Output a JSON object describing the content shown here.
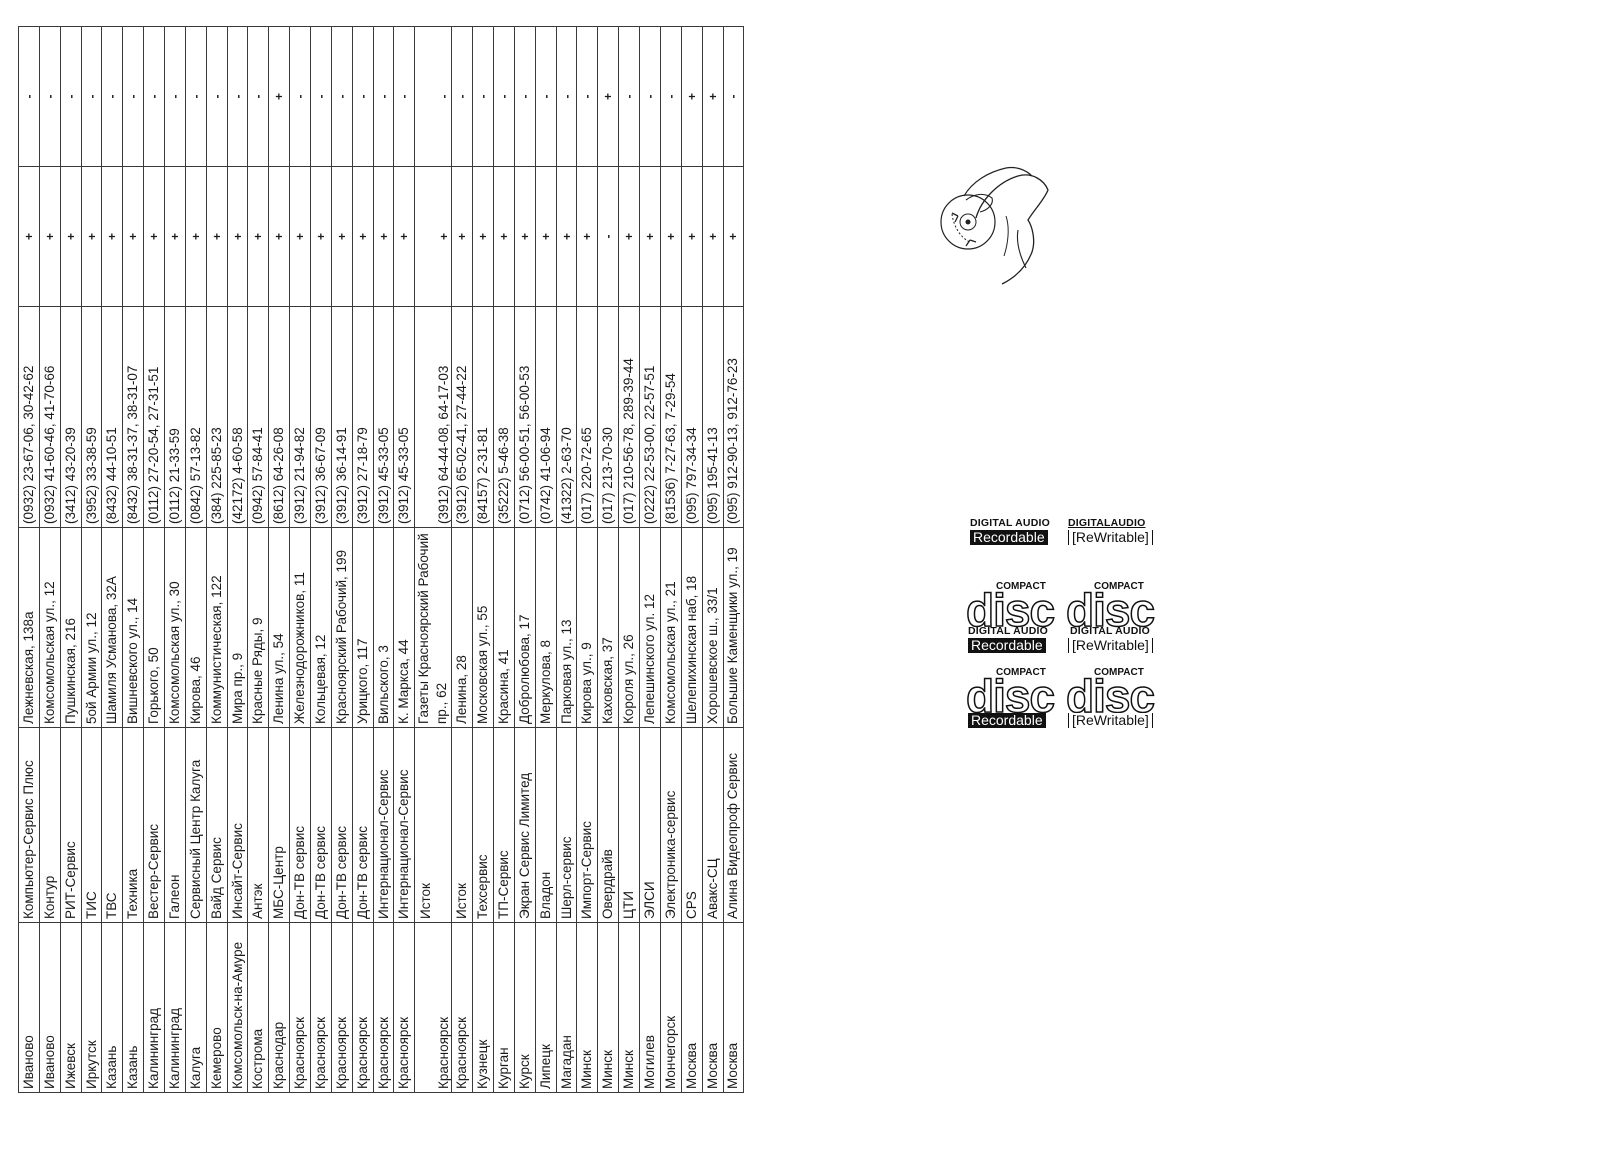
{
  "service_table": {
    "rows": [
      {
        "city": "Иваново",
        "company": "Компьютер-Сервис Плюс",
        "address": "Лежневская, 138а",
        "phone": "(0932) 23-67-06, 30-42-62",
        "col5": "+",
        "col6": "-"
      },
      {
        "city": "Иваново",
        "company": "Контур",
        "address": "Комсомольская ул., 12",
        "phone": "(0932) 41-60-46, 41-70-66",
        "col5": "+",
        "col6": "-"
      },
      {
        "city": "Ижевск",
        "company": "РИТ-Сервис",
        "address": "Пушкинская, 216",
        "phone": "(3412) 43-20-39",
        "col5": "+",
        "col6": "-"
      },
      {
        "city": "Иркутск",
        "company": "ТИС",
        "address": "5ой Армии ул., 12",
        "phone": "(3952) 33-38-59",
        "col5": "+",
        "col6": "-"
      },
      {
        "city": "Казань",
        "company": "ТВС",
        "address": "Шамиля Усманова, 32А",
        "phone": "(8432) 44-10-51",
        "col5": "+",
        "col6": "-"
      },
      {
        "city": "Казань",
        "company": "Техника",
        "address": "Вишневского ул., 14",
        "phone": "(8432) 38-31-37, 38-31-07",
        "col5": "+",
        "col6": "-"
      },
      {
        "city": "Калининград",
        "company": "Вестер-Сервис",
        "address": "Горького, 50",
        "phone": "(0112) 27-20-54, 27-31-51",
        "col5": "+",
        "col6": "-"
      },
      {
        "city": "Калининград",
        "company": "Галеон",
        "address": "Комсомольская ул., 30",
        "phone": "(0112) 21-33-59",
        "col5": "+",
        "col6": "-"
      },
      {
        "city": "Калуга",
        "company": "Сервисный Центр Калуга",
        "address": "Кирова, 46",
        "phone": "(0842) 57-13-82",
        "col5": "+",
        "col6": "-"
      },
      {
        "city": "Кемерово",
        "company": "Вайд Сервис",
        "address": "Коммунистическая, 122",
        "phone": "(384) 225-85-23",
        "col5": "+",
        "col6": "-"
      },
      {
        "city": "Комсомольск-на-Амуре",
        "company": "Инсайт-Сервис",
        "address": "Мира пр., 9",
        "phone": "(42172) 4-60-58",
        "col5": "+",
        "col6": "-"
      },
      {
        "city": "Кострома",
        "company": "Антэк",
        "address": "Красные Ряды, 9",
        "phone": "(0942) 57-84-41",
        "col5": "+",
        "col6": "-"
      },
      {
        "city": "Краснодар",
        "company": "МБС-Центр",
        "address": "Ленина ул., 54",
        "phone": "(8612) 64-26-08",
        "col5": "+",
        "col6": "+"
      },
      {
        "city": "Красноярск",
        "company": "Дон-ТВ сервис",
        "address": "Железнодорожников, 11",
        "phone": "(3912) 21-94-82",
        "col5": "+",
        "col6": "-"
      },
      {
        "city": "Красноярск",
        "company": "Дон-ТВ сервис",
        "address": "Кольцевая, 12",
        "phone": "(3912) 36-67-09",
        "col5": "+",
        "col6": "-"
      },
      {
        "city": "Красноярск",
        "company": "Дон-ТВ сервис",
        "address": "Красноярский Рабочий, 199",
        "phone": "(3912) 36-14-91",
        "col5": "+",
        "col6": "-"
      },
      {
        "city": "Красноярск",
        "company": "Дон-ТВ сервис",
        "address": "Урицкого, 117",
        "phone": "(3912) 27-18-79",
        "col5": "+",
        "col6": "-"
      },
      {
        "city": "Красноярск",
        "company": "Интернационал-Сервис",
        "address": "Вильского, 3",
        "phone": "(3912) 45-33-05",
        "col5": "+",
        "col6": "-"
      },
      {
        "city": "Красноярск",
        "company": "Интернационал-Сервис",
        "address": "К. Маркса, 44",
        "phone": "(3912) 45-33-05",
        "col5": "+",
        "col6": "-"
      },
      {
        "city": "Красноярск",
        "company": "Исток",
        "address": "Газеты Красноярский Рабочий пр., 62",
        "phone": "(3912) 64-44-08, 64-17-03",
        "col5": "+",
        "col6": "-",
        "tall": true
      },
      {
        "city": "Красноярск",
        "company": "Исток",
        "address": "Ленина, 28",
        "phone": "(3912) 65-02-41, 27-44-22",
        "col5": "+",
        "col6": "-"
      },
      {
        "city": "Кузнецк",
        "company": "Техсервис",
        "address": "Московская ул., 55",
        "phone": "(84157) 2-31-81",
        "col5": "+",
        "col6": "-"
      },
      {
        "city": "Курган",
        "company": "ТП-Сервис",
        "address": "Красина, 41",
        "phone": "(35222) 5-46-38",
        "col5": "+",
        "col6": "-"
      },
      {
        "city": "Курск",
        "company": "Экран Сервис Лимитед",
        "address": "Добролюбова, 17",
        "phone": "(0712) 56-00-51, 56-00-53",
        "col5": "+",
        "col6": "-"
      },
      {
        "city": "Липецк",
        "company": "Владон",
        "address": "Меркулова, 8",
        "phone": "(0742) 41-06-94",
        "col5": "+",
        "col6": "-"
      },
      {
        "city": "Магадан",
        "company": "Шерл-сервис",
        "address": "Парковая ул., 13",
        "phone": "(41322) 2-63-70",
        "col5": "+",
        "col6": "-"
      },
      {
        "city": "Минск",
        "company": "Импорт-Сервис",
        "address": "Кирова ул., 9",
        "phone": "(017) 220-72-65",
        "col5": "+",
        "col6": "-"
      },
      {
        "city": "Минск",
        "company": "Овердрайв",
        "address": "Каховская, 37",
        "phone": "(017) 213-70-30",
        "col5": "-",
        "col6": "+"
      },
      {
        "city": "Минск",
        "company": "ЦТИ",
        "address": "Короля ул., 26",
        "phone": "(017) 210-56-78, 289-39-44",
        "col5": "+",
        "col6": "-"
      },
      {
        "city": "Могилев",
        "company": "ЭЛСИ",
        "address": "Лепешинского ул. 12",
        "phone": "(0222) 22-53-00, 22-57-51",
        "col5": "+",
        "col6": "-"
      },
      {
        "city": "Мончегорск",
        "company": "Электроника-сервис",
        "address": "Комсомольская ул., 21",
        "phone": "(81536) 7-27-63, 7-29-54",
        "col5": "+",
        "col6": "-"
      },
      {
        "city": "Москва",
        "company": "CPS",
        "address": "Шелепихинская наб, 18",
        "phone": "(095) 797-34-34",
        "col5": "+",
        "col6": "+"
      },
      {
        "city": "Москва",
        "company": "Авакс-СЦ",
        "address": "Хорошевское ш., 33/1",
        "phone": "(095) 195-41-13",
        "col5": "+",
        "col6": "+"
      },
      {
        "city": "Москва",
        "company": "Алина Видеопроф Сервис",
        "address": "Большие Каменщики ул., 19",
        "phone": "(095) 912-90-13, 912-76-23",
        "col5": "+",
        "col6": "-"
      }
    ]
  },
  "logos": {
    "digital_audio": "DIGITAL AUDIO",
    "digital_audio_compact": "DIGITALAUDIO",
    "compact": "COMPACT",
    "disc": "disc",
    "recordable": "Recordable",
    "rewritable": "[ReWritable]"
  }
}
